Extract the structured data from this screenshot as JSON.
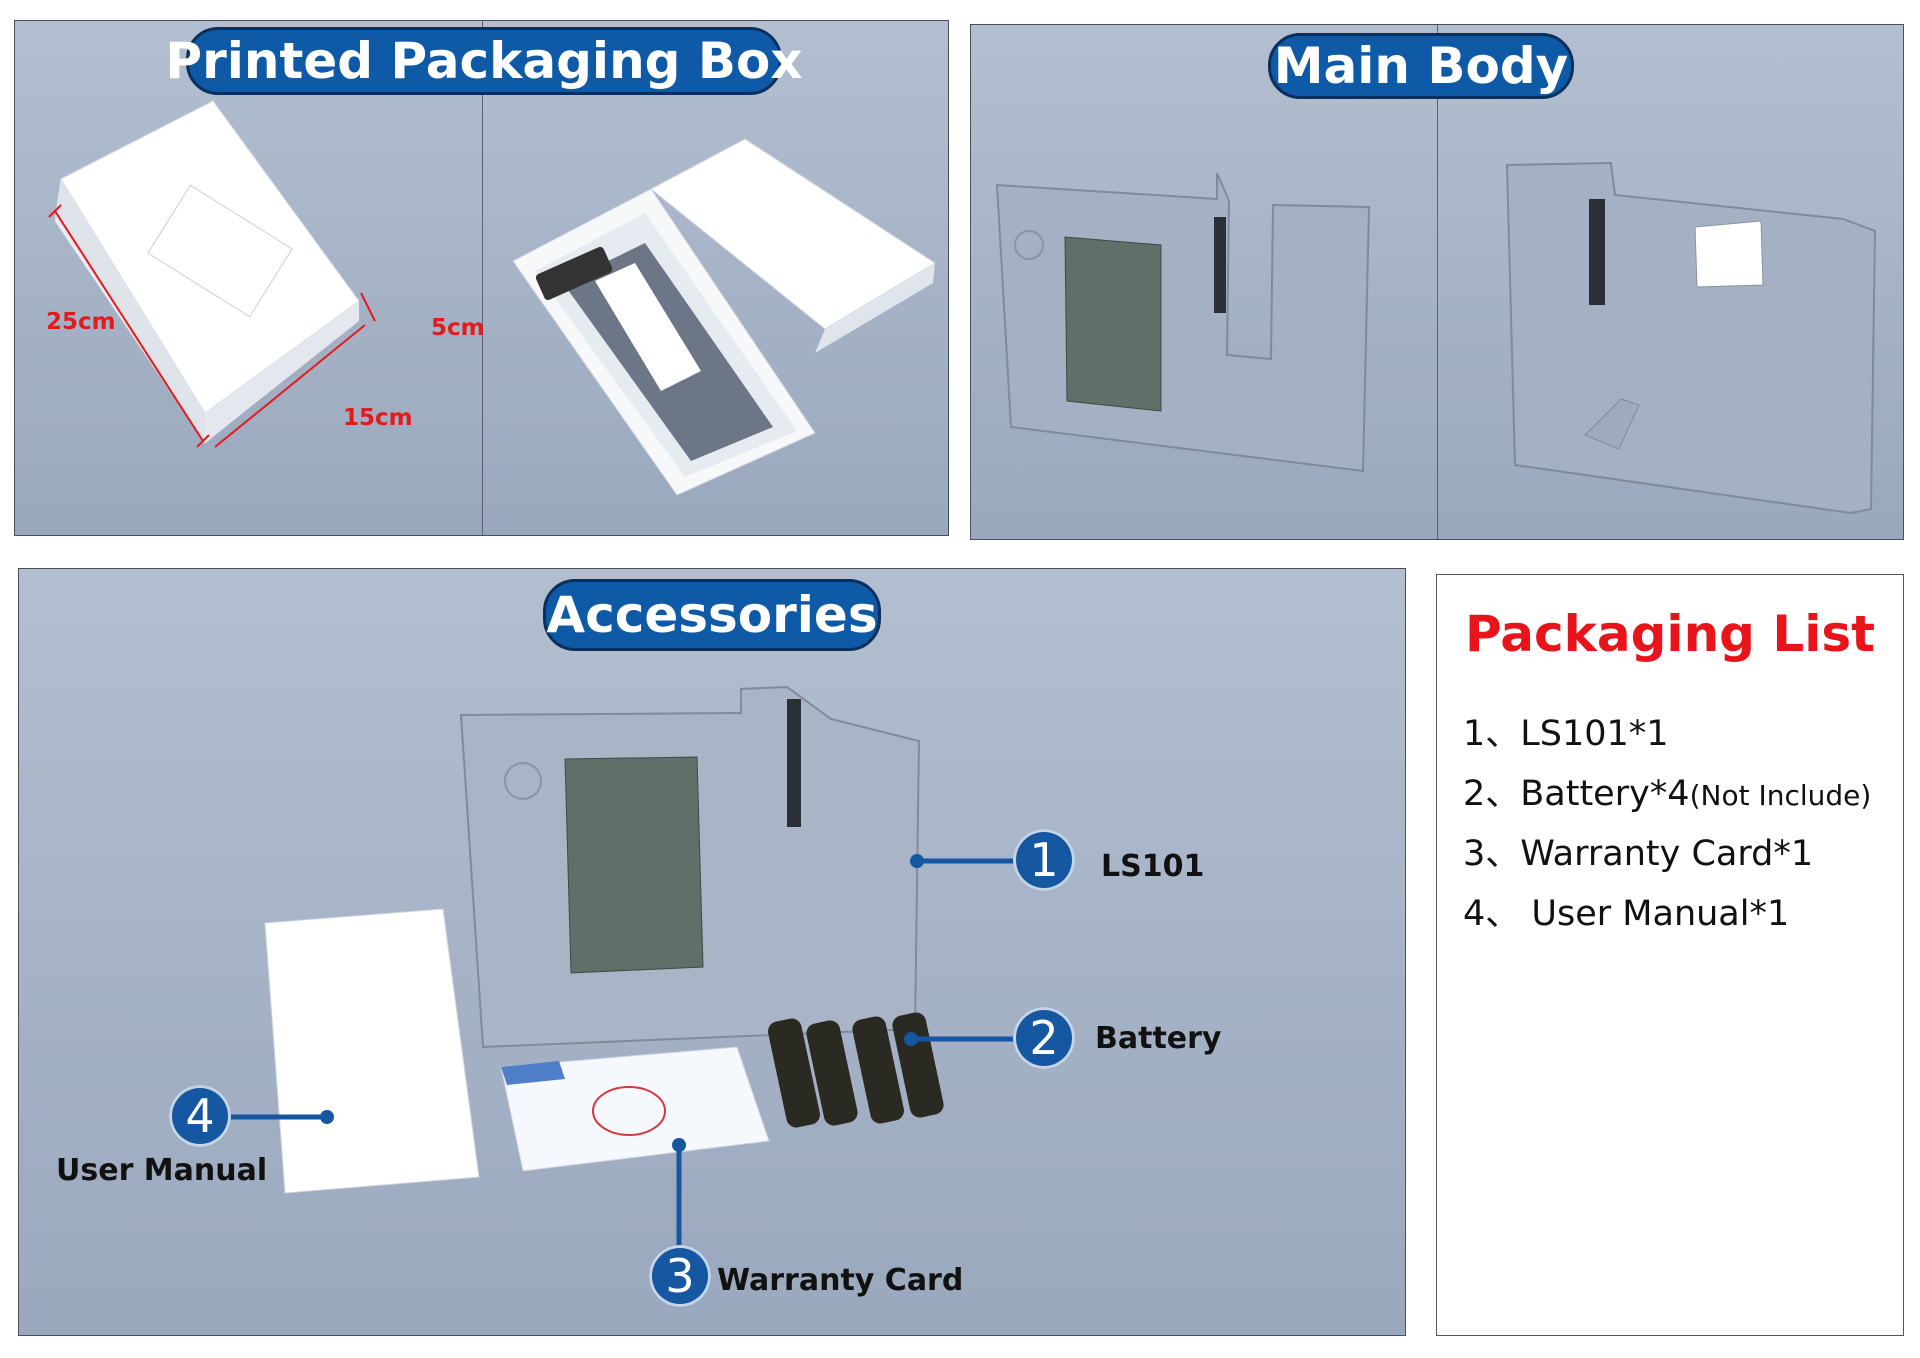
{
  "packaging_box": {
    "title": "Printed Packaging Box",
    "dim_length": "25cm",
    "dim_width": "15cm",
    "dim_height": "5cm"
  },
  "main_body": {
    "title": "Main Body"
  },
  "accessories": {
    "title": "Accessories",
    "callouts": [
      {
        "number": "1",
        "label": "LS101"
      },
      {
        "number": "2",
        "label": "Battery"
      },
      {
        "number": "3",
        "label": "Warranty Card"
      },
      {
        "number": "4",
        "label": "User Manual"
      }
    ]
  },
  "packaging_list": {
    "title": "Packaging List",
    "items": [
      {
        "text": "1、LS101*1",
        "note": ""
      },
      {
        "text": "2、Battery*4",
        "note": "(Not Include)"
      },
      {
        "text": "3、Warranty Card*1",
        "note": ""
      },
      {
        "text": "4、 User Manual*1",
        "note": ""
      }
    ]
  },
  "colors": {
    "title_pill": "#0f5aa6",
    "dimension_text": "#e21b1b",
    "callout_circle": "#1557a0",
    "list_title": "#e8141c"
  }
}
